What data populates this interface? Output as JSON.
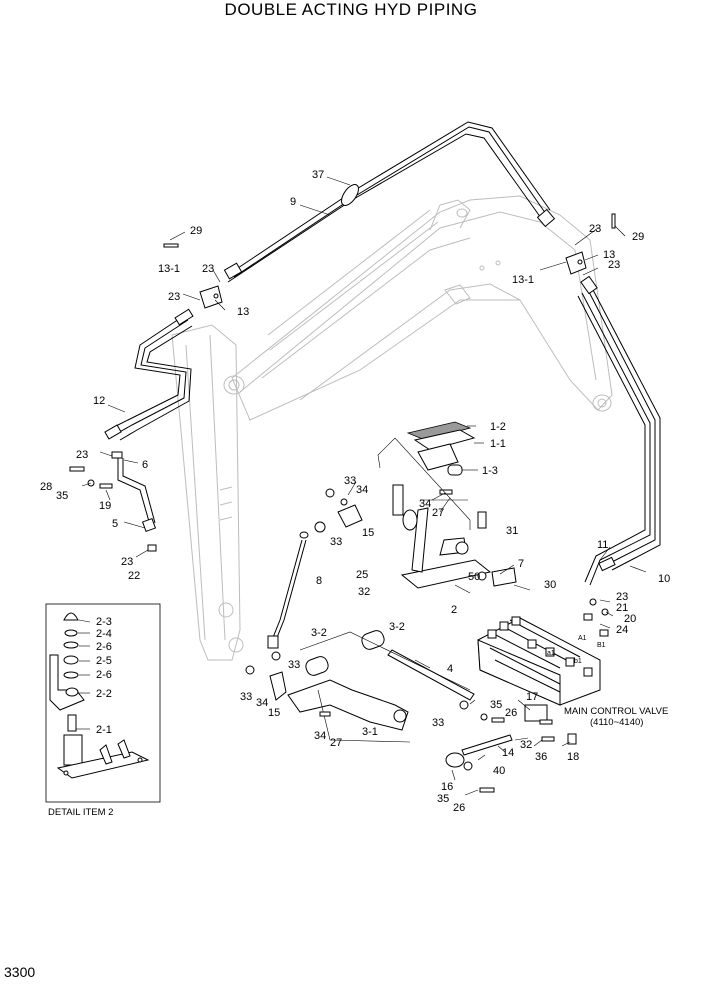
{
  "title": "DOUBLE ACTING HYD PIPING",
  "page_number": "3300",
  "callouts": {
    "c37": "37",
    "c9": "9",
    "c29a": "29",
    "c23a": "23",
    "c13_1a": "13-1",
    "c23b": "23",
    "c13a": "13",
    "c23c": "23",
    "c29b": "29",
    "c13b": "13",
    "c23d": "23",
    "c13_1b": "13-1",
    "c12": "12",
    "c23e": "23",
    "c6": "6",
    "c28": "28",
    "c35a": "35",
    "c19": "19",
    "c5": "5",
    "c23f": "23",
    "c22": "22",
    "c1_2": "1-2",
    "c1_1": "1-1",
    "c1_3": "1-3",
    "c33a": "33",
    "c34a": "34",
    "c34b": "34",
    "c27a": "27",
    "c15a": "15",
    "c33b": "33",
    "c31": "31",
    "c8": "8",
    "c25": "25",
    "c50": "50",
    "c7": "7",
    "c32a": "32",
    "c30": "30",
    "c2": "2",
    "c11": "11",
    "c10": "10",
    "c23g": "23",
    "c21": "21",
    "c20": "20",
    "c24": "24",
    "c3_2a": "3-2",
    "c3_2b": "3-2",
    "c4": "4",
    "c33c": "33",
    "c33d": "33",
    "c34c": "34",
    "c15b": "15",
    "c35b": "35",
    "c26a": "26",
    "c17": "17",
    "c33e": "33",
    "c34d": "34",
    "c27b": "27",
    "c3_1": "3-1",
    "c32b": "32",
    "c36": "36",
    "c18": "18",
    "c14": "14",
    "c40": "40",
    "c16": "16",
    "c35c": "35",
    "c26b": "26",
    "d2_3": "2-3",
    "d2_4": "2-4",
    "d2_6a": "2-6",
    "d2_5": "2-5",
    "d2_6b": "2-6",
    "d2_2": "2-2",
    "d2_1": "2-1"
  },
  "port_labels": {
    "a1": "A1",
    "b1": "B1",
    "a1_small": "a1",
    "b1_small": "b1"
  },
  "main_control_valve": {
    "name": "MAIN CONTROL VALVE",
    "range": "(4110~4140)"
  },
  "detail_caption": "DETAIL ITEM 2"
}
